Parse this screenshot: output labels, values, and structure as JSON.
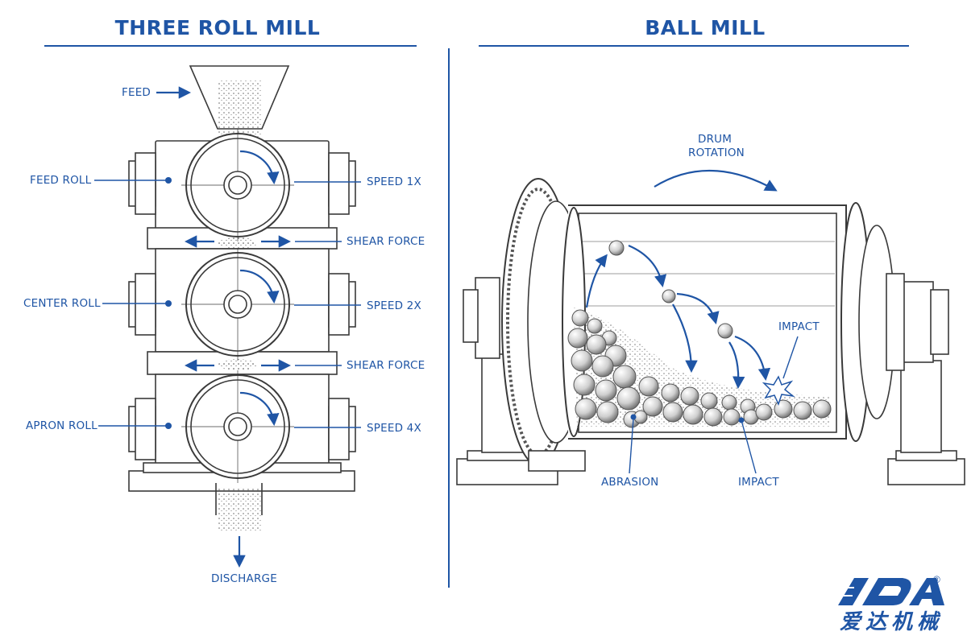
{
  "left": {
    "title": "THREE ROLL MILL",
    "labels": {
      "feed": "FEED",
      "feed_roll": "FEED ROLL",
      "center_roll": "CENTER ROLL",
      "apron_roll": "APRON ROLL",
      "speed_1": "SPEED 1X",
      "speed_2": "SPEED 2X",
      "speed_3": "SPEED 4X",
      "shear_1": "SHEAR FORCE",
      "shear_2": "SHEAR FORCE",
      "discharge": "DISCHARGE"
    }
  },
  "right": {
    "title": "BALL MILL",
    "labels": {
      "drum_rotation_1": "DRUM",
      "drum_rotation_2": "ROTATION",
      "impact_top": "IMPACT",
      "impact_bottom": "IMPACT",
      "abrasion": "ABRASION"
    }
  },
  "brand": {
    "logo_text": "IDA",
    "chinese_name": "爱达机械",
    "registered": "®"
  },
  "colors": {
    "accent": "#1f55a5",
    "line_art": "#3a3a3a",
    "background": "#ffffff"
  }
}
